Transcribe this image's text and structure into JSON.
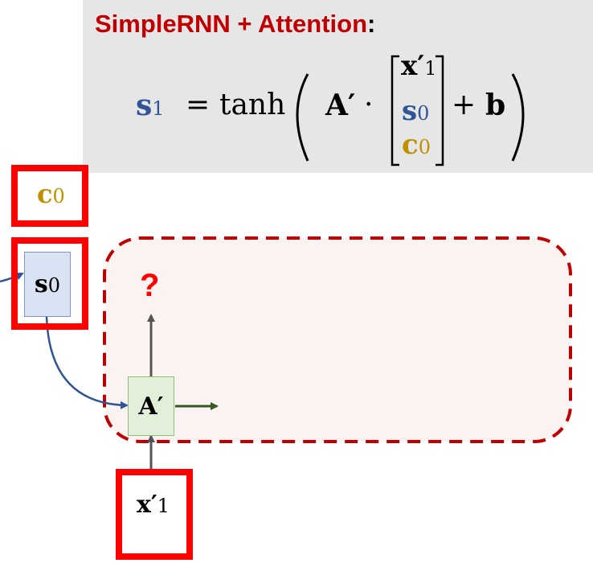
{
  "formula": {
    "title": "SimpleRNN + Attention",
    "title_colon": ":",
    "lhs": "s",
    "lhs_sub": "1",
    "equals": "=",
    "func": "tanh",
    "matrix": "A′",
    "dot": "·",
    "vec_x": "x′",
    "vec_x_sub": "1",
    "vec_s": "s",
    "vec_s_sub": "0",
    "vec_c": "c",
    "vec_c_sub": "0",
    "plus": "+",
    "bias": "b"
  },
  "diagram": {
    "c0": "c",
    "c0_sub": "0",
    "s0": "s",
    "s0_sub": "0",
    "a_cell": "A′",
    "question": "?",
    "x1": "x′",
    "x1_sub": "1"
  },
  "colors": {
    "highlight_red": "#ff0000",
    "title_red": "#c00000",
    "s_blue": "#2f5597",
    "c_gold": "#bf9000",
    "dashed_border": "#c00000"
  }
}
